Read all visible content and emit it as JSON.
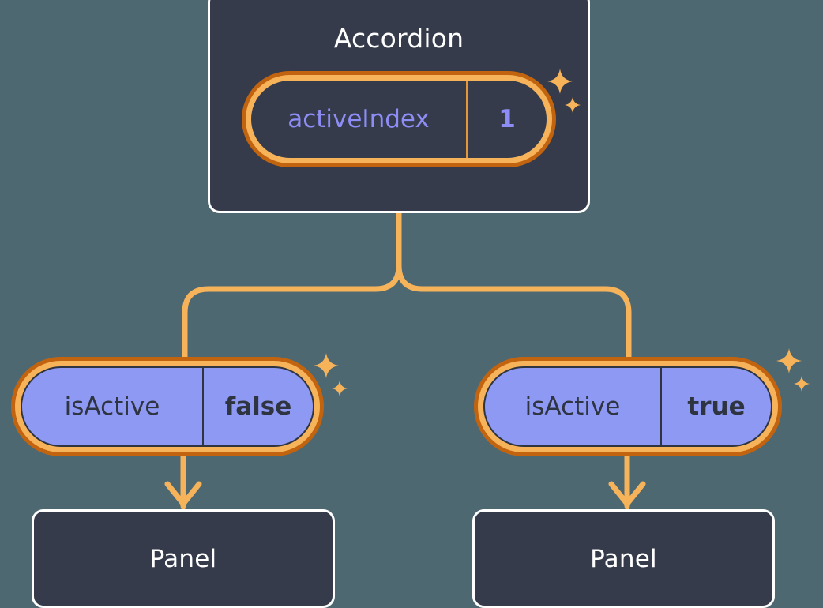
{
  "theme": {
    "background": "#4E6872",
    "card_bg": "#353B4B",
    "card_border": "#FFFFFF",
    "accent_orange": "#F6B35A",
    "accent_orange_dark": "#C2640F",
    "periwinkle": "#8E99F3",
    "periwinkle_text": "#8D8DF5",
    "dark_text": "#2E3440"
  },
  "root": {
    "title": "Accordion",
    "state_pill": {
      "key": "activeIndex",
      "value": "1"
    }
  },
  "branches": [
    {
      "pill": {
        "key": "isActive",
        "value": "false"
      },
      "panel": {
        "title": "Panel"
      }
    },
    {
      "pill": {
        "key": "isActive",
        "value": "true"
      },
      "panel": {
        "title": "Panel"
      }
    }
  ],
  "icons": {
    "sparkle": "sparkle-icon",
    "arrow": "arrow-down-icon"
  }
}
